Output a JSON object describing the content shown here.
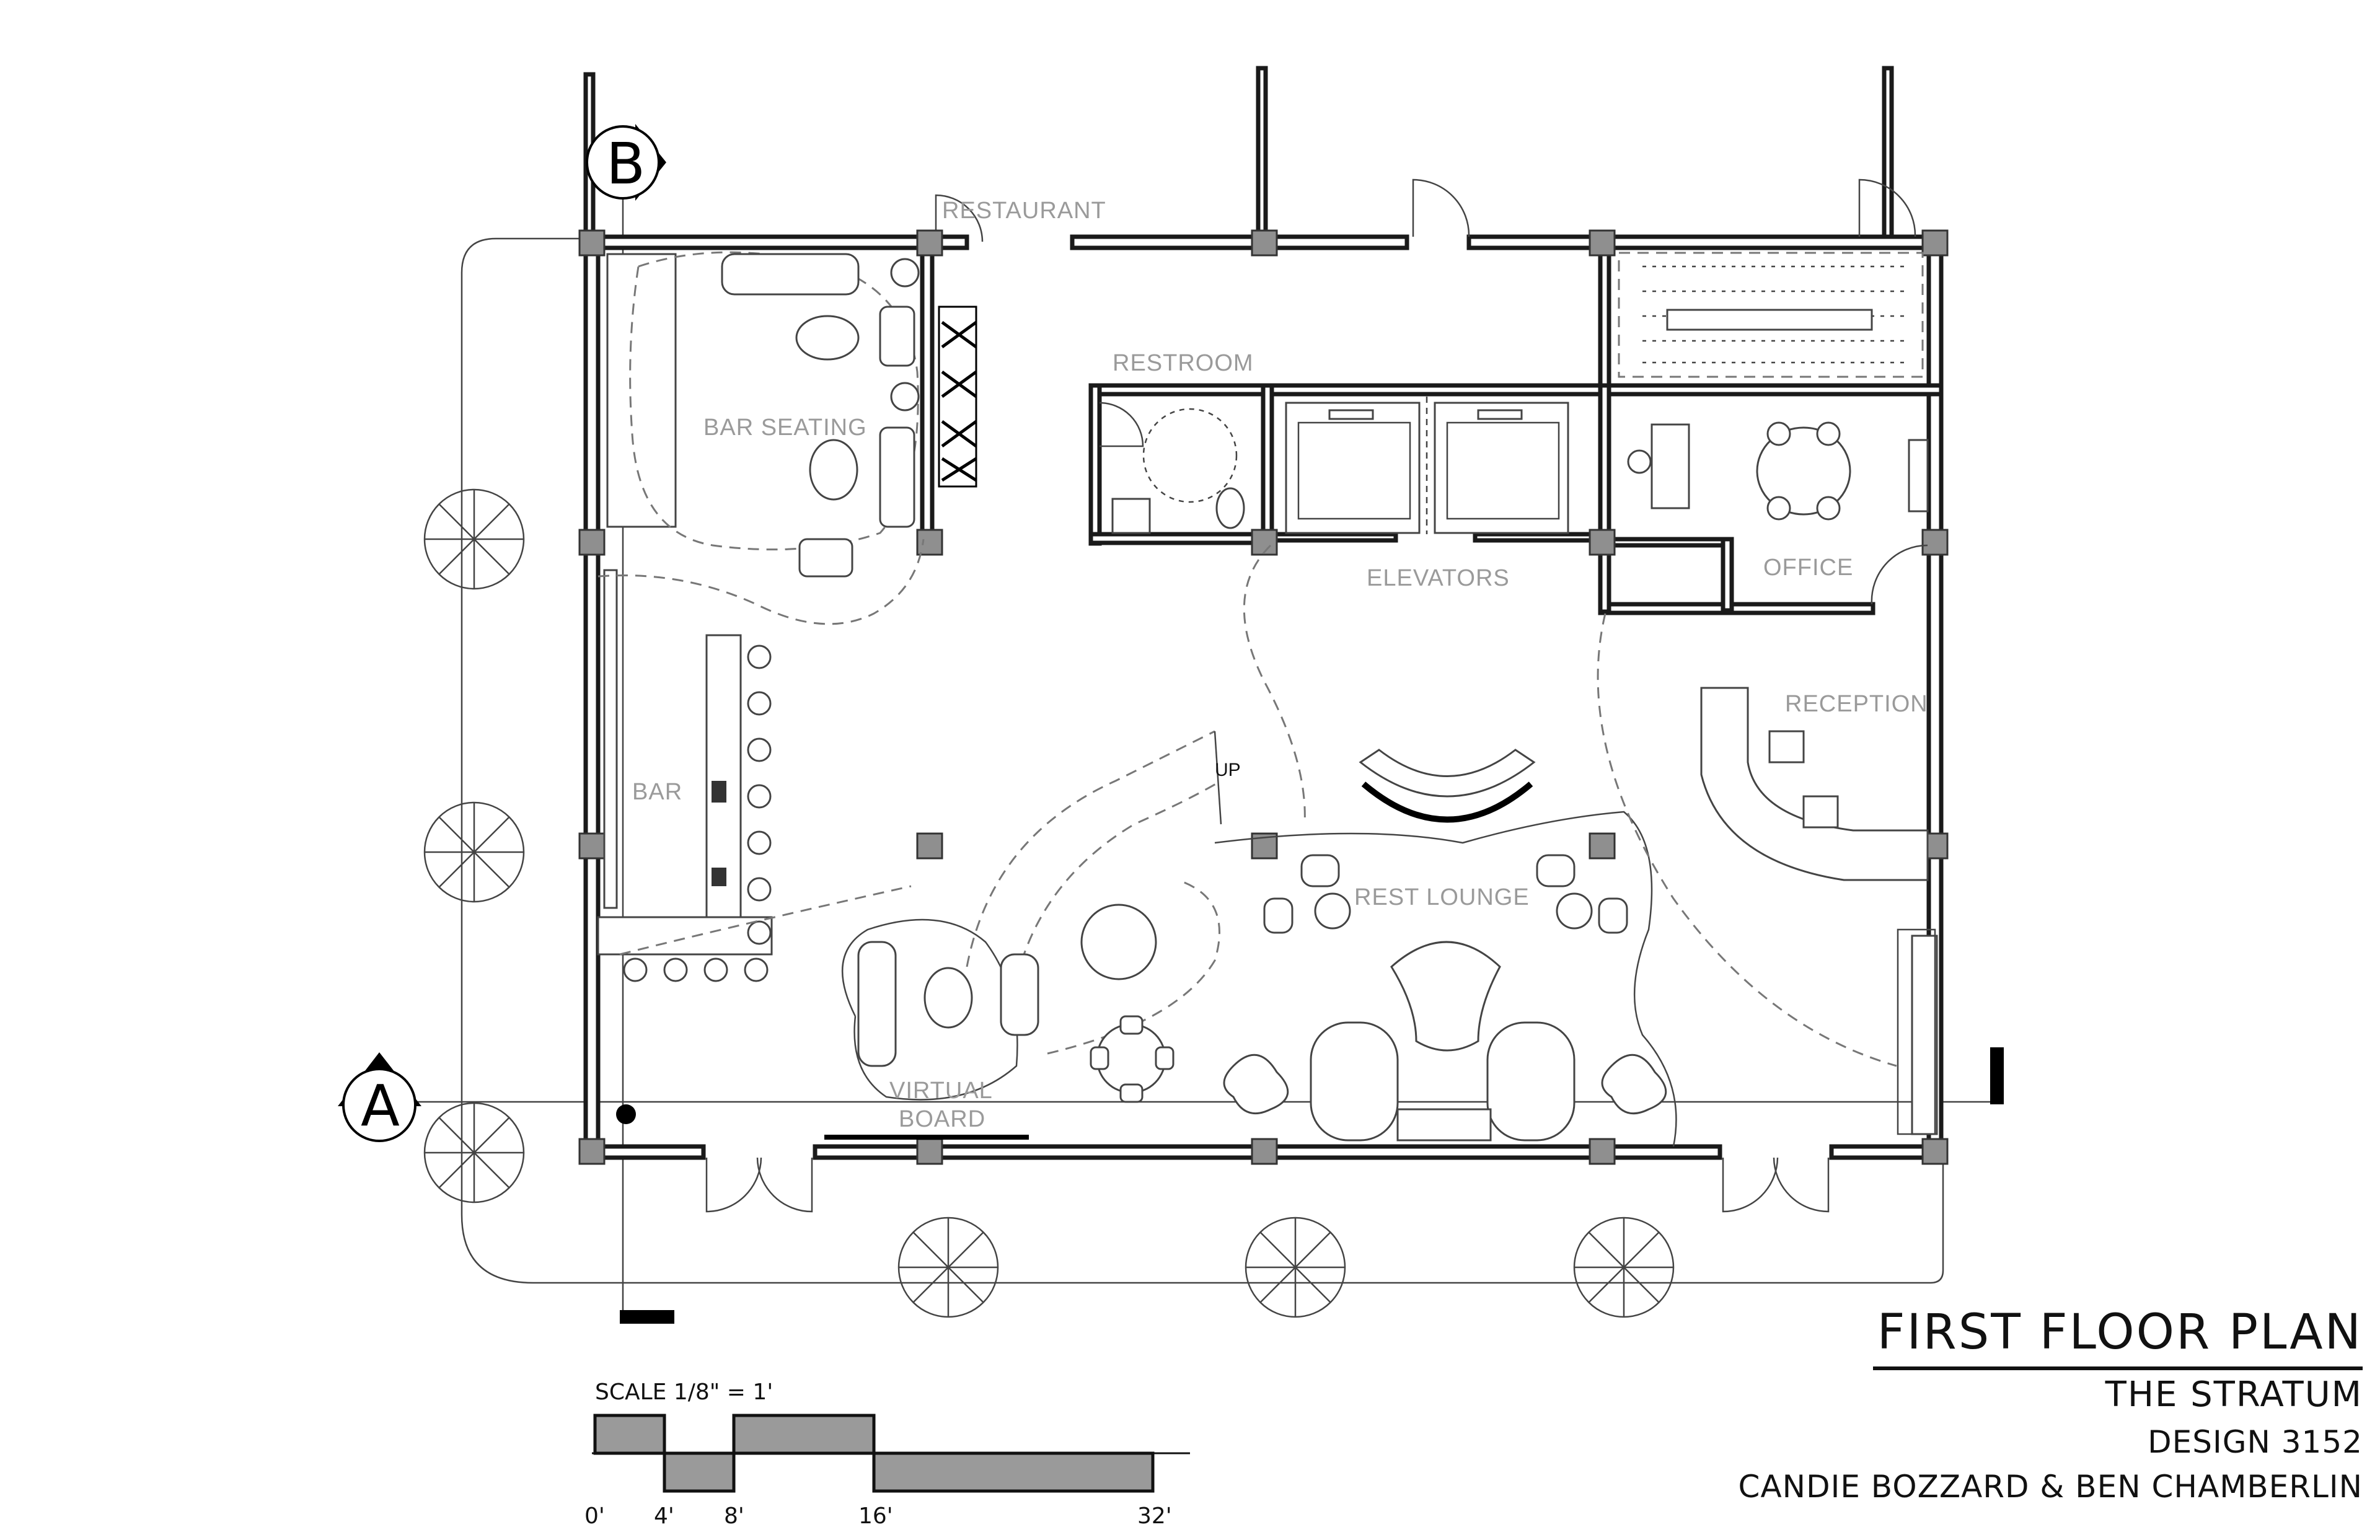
{
  "title": {
    "main": "FIRST FLOOR PLAN",
    "project": "THE STRATUM",
    "course": "DESIGN 3152",
    "authors": "CANDIE BOZZARD & BEN CHAMBERLIN"
  },
  "rooms": {
    "restaurant": "RESTAURANT",
    "restroom": "RESTROOM",
    "bar_seating": "BAR SEATING",
    "bar": "BAR",
    "elevators": "ELEVATORS",
    "office": "OFFICE",
    "reception": "RECEPTION",
    "rest_lounge": "REST LOUNGE",
    "virtual_board_line1": "VIRTUAL",
    "virtual_board_line2": "BOARD",
    "stair_up": "UP"
  },
  "section_markers": {
    "a": "A",
    "b": "B"
  },
  "scale": {
    "label": "SCALE 1/8\" = 1'",
    "ticks": [
      "0'",
      "4'",
      "8'",
      "16'",
      "32'"
    ]
  },
  "colors": {
    "wall": "#1a1a1a",
    "column": "#8f8f8f",
    "label": "#9a9a9a",
    "scale_fill": "#9a9a9a"
  }
}
